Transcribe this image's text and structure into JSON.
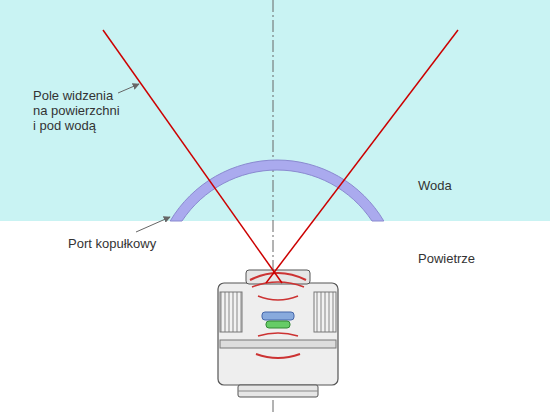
{
  "diagram": {
    "labels": [
      "Pole widzenia na powierzchni i pod wodą",
      "Woda",
      "Powietrze",
      "Port kopułkowy"
    ]
  }
}
